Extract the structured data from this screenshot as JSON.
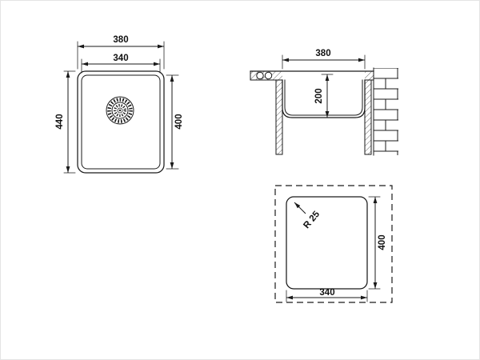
{
  "page": {
    "background": "#ffffff",
    "line_color": "#1a1a1a"
  },
  "views": {
    "top_view": {
      "dim_width_outer": "380",
      "dim_width_inner": "340",
      "dim_height_outer": "440",
      "dim_height_inner": "400"
    },
    "section_view": {
      "dim_width": "380",
      "dim_depth": "200"
    },
    "cutout_view": {
      "dim_radius": "R 25",
      "dim_height": "400",
      "dim_width": "340"
    }
  }
}
